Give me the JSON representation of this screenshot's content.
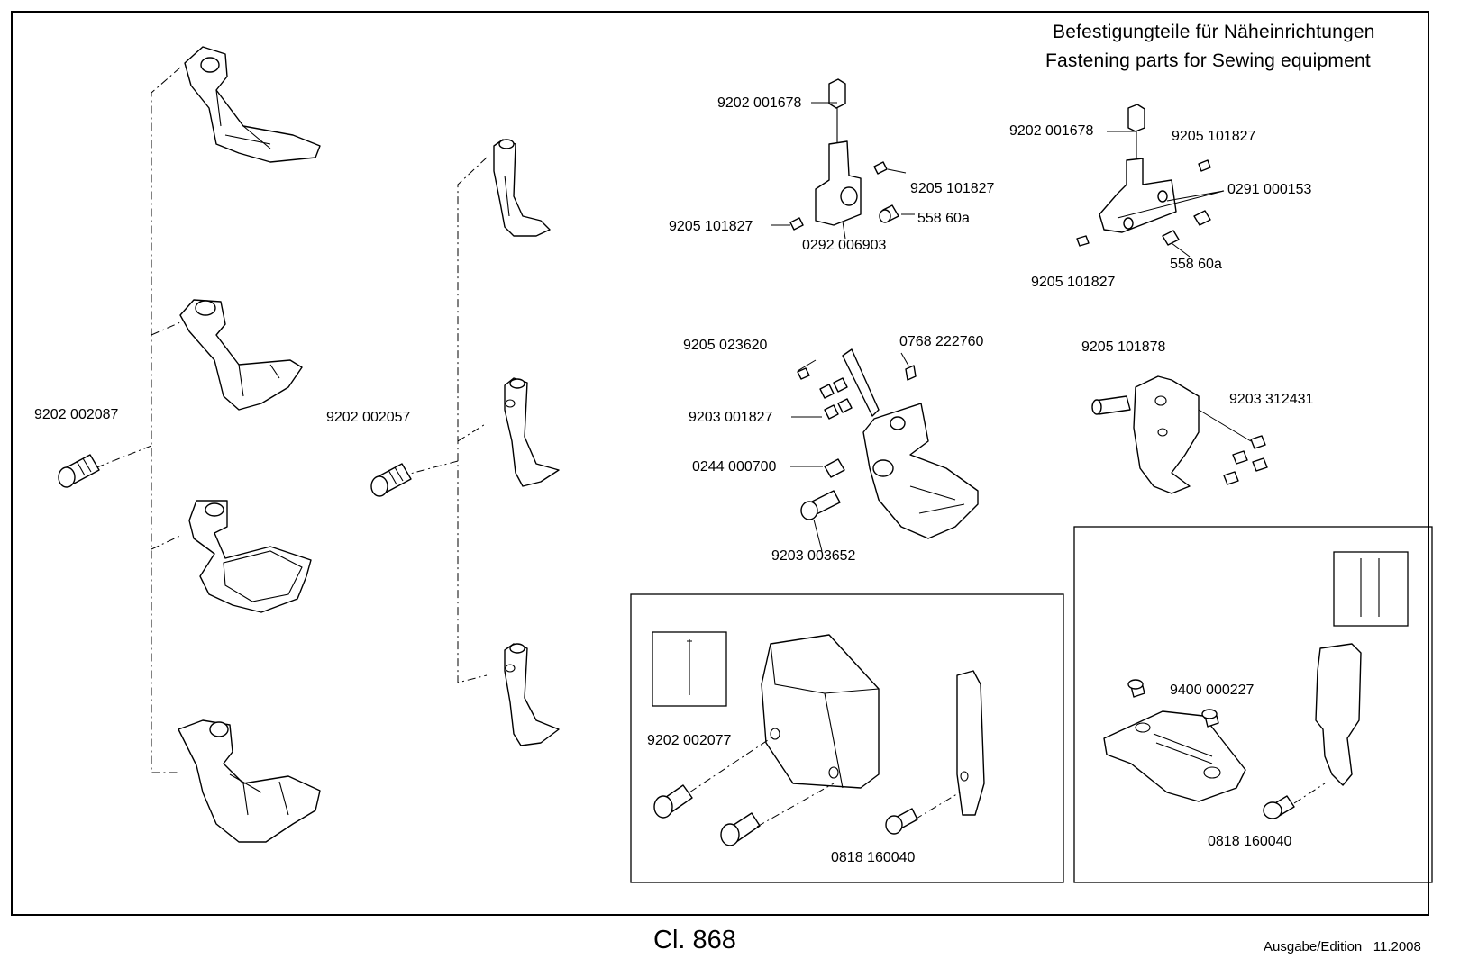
{
  "header": {
    "title_de": "Befestigungteile für Näheinrichtungen",
    "title_en": "Fastening parts for Sewing equipment"
  },
  "footer": {
    "model": "Cl. 868",
    "edition": "Ausgabe/Edition   11.2008"
  },
  "labels": {
    "screw_left": "9202 002087",
    "screw_mid": "9202 002057",
    "a_top_screw": "9202 001678",
    "a_set_right": "9205 101827",
    "a_set_left": "9205 101827",
    "a_screw": "558 60a",
    "a_block": "0292 006903",
    "b_top_screw": "9202 001678",
    "b_set_top": "9205 101827",
    "b_plate": "0291 000153",
    "b_set_bottom": "9205 101827",
    "b_screw": "558 60a",
    "c_set": "9205 023620",
    "c_pin": "0768 222760",
    "c_screws": "9203 001827",
    "c_bolt": "0244 000700",
    "c_big_screw": "9203 003652",
    "d_stud": "9205 101878",
    "d_screws": "9203 312431",
    "e_screw": "9202 002077",
    "e_screw2": "0818 160040",
    "f_screw": "9400 000227",
    "f_screw2": "0818 160040"
  }
}
